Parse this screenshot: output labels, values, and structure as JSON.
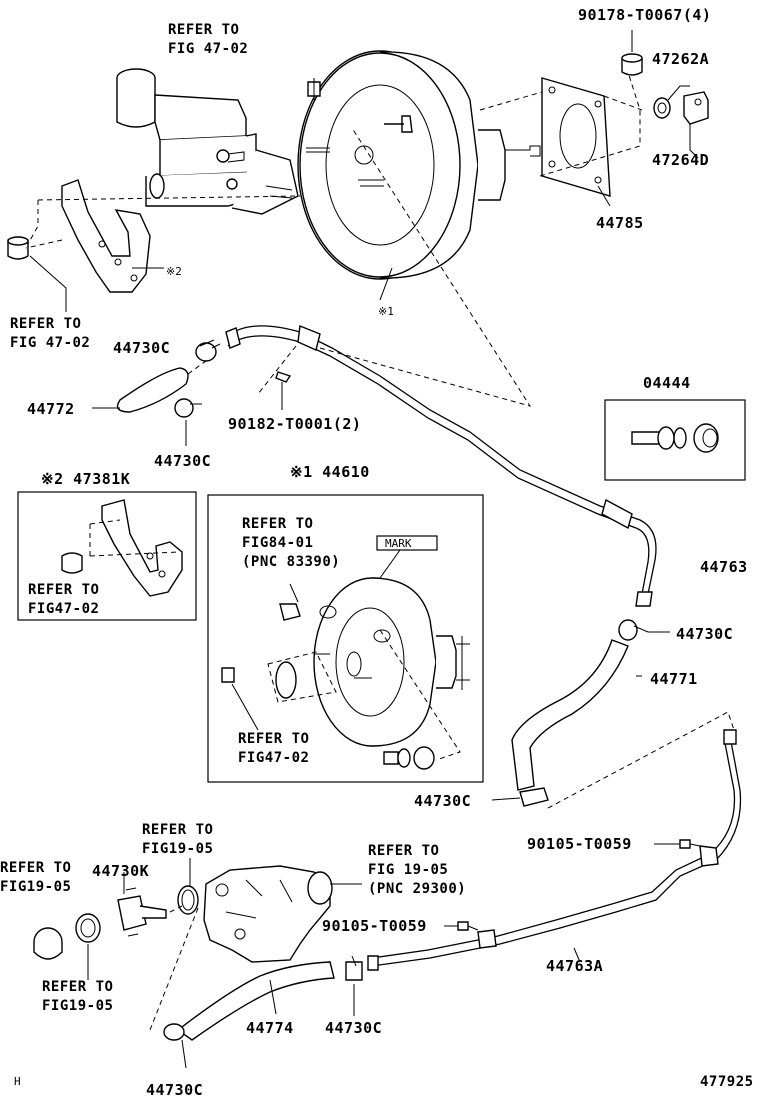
{
  "labels": {
    "refer_fig_47_02_top": [
      "REFER TO",
      "FIG 47-02"
    ],
    "p_90178": "90178-T0067(4)",
    "p_47262A": "47262A",
    "p_47264D": "47264D",
    "p_44785": "44785",
    "mark2_top": "※2",
    "mark1_top": "※1",
    "refer_fig_47_02_left": [
      "REFER TO",
      "FIG 47-02"
    ],
    "p_44730C_a": "44730C",
    "p_44772": "44772",
    "p_90182": "90182-T0001(2)",
    "p_44730C_b": "44730C",
    "p_04444": "04444",
    "box2_title": "※2 47381K",
    "box2_refer": [
      "REFER TO",
      "FIG47-02"
    ],
    "box1_title": "※1 44610",
    "box1_refer_84": [
      "REFER TO",
      "FIG84-01",
      "(PNC 83390)"
    ],
    "box1_mark": "MARK",
    "box1_refer_47": [
      "REFER TO",
      "FIG47-02"
    ],
    "p_44763": "44763",
    "p_44730C_c": "44730C",
    "p_44771": "44771",
    "p_44730C_d": "44730C",
    "refer_fig_19_05_a": [
      "REFER TO",
      "FIG19-05"
    ],
    "refer_fig_19_05_b": [
      "REFER TO",
      "FIG 19-05",
      "(PNC 29300)"
    ],
    "refer_fig_19_05_c": [
      "REFER TO",
      "FIG19-05"
    ],
    "p_44730K": "44730K",
    "refer_fig_19_05_d": [
      "REFER TO",
      "FIG19-05"
    ],
    "p_90105_a": "90105-T0059",
    "p_90105_b": "90105-T0059",
    "p_44763A": "44763A",
    "p_44774": "44774",
    "p_44730C_e": "44730C",
    "p_44730C_f": "44730C",
    "corner_h": "H",
    "diagram_id": "477925"
  }
}
